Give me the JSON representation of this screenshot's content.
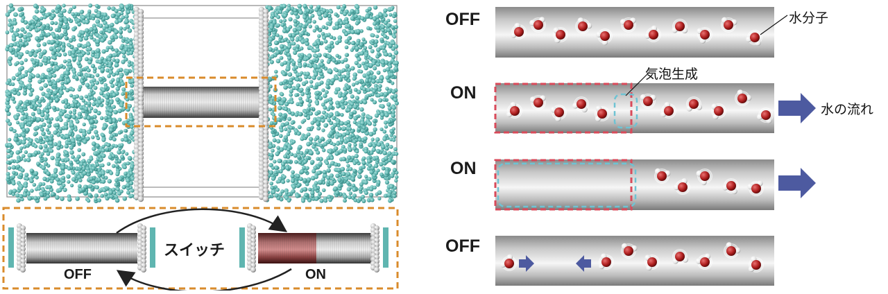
{
  "left_panel": {
    "switch_diagram": {
      "switch_label": "スイッチ",
      "off_label": "OFF",
      "on_label": "ON"
    }
  },
  "right_panel": {
    "rows": [
      {
        "state": "OFF"
      },
      {
        "state": "ON"
      },
      {
        "state": "ON"
      },
      {
        "state": "OFF"
      }
    ],
    "annotations": {
      "water_molecule": "水分子",
      "bubble_generation": "気泡生成",
      "water_flow": "水の流れ"
    }
  },
  "colors": {
    "water_particle": "#5fb5b0",
    "oxygen": "#b02020",
    "hydrogen": "#f2f2f2",
    "dashed_orange": "#d98b2b",
    "dashed_red": "#d94a5a",
    "dashed_cyan": "#6ec3d3",
    "arrow_blue": "#4d5aa0",
    "tube_gray": "#9a9a9a"
  }
}
